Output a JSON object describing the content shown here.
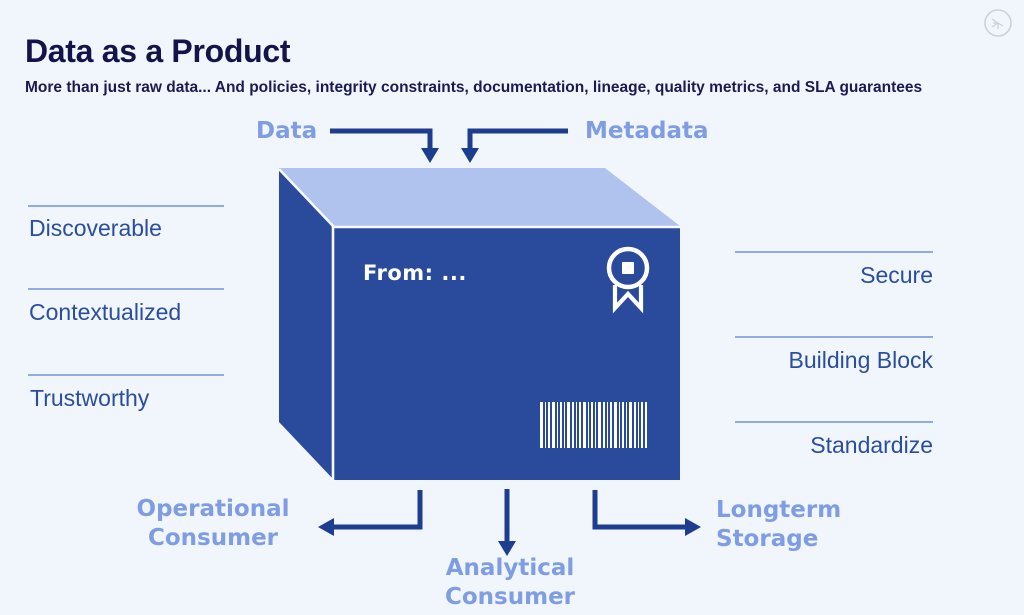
{
  "header": {
    "title": "Data as a Product",
    "subtitle": "More than just raw data... And policies, integrity constraints, documentation, lineage, quality metrics, and SLA guarantees"
  },
  "diagram": {
    "inputs": {
      "data": "Data",
      "metadata": "Metadata"
    },
    "box": {
      "from_label": "From: ...",
      "icons": [
        "award-ribbon-icon",
        "barcode-icon"
      ]
    },
    "left_properties": [
      "Discoverable",
      "Contextualized",
      "Trustworthy"
    ],
    "right_properties": [
      "Secure",
      "Building Block",
      "Standardize"
    ],
    "outputs": {
      "operational": "Operational\nConsumer",
      "analytical": "Analytical\nConsumer",
      "longterm": "Longterm\nStorage"
    }
  },
  "colors": {
    "background": "#f1f5fc",
    "title_navy": "#14144b",
    "box_front_blue": "#2a4b9b",
    "box_top_blue": "#afc3ee",
    "label_light_blue": "#7e9de2",
    "arrow_navy": "#1d3e8e",
    "divider_blue": "#93abe3",
    "side_text_blue": "#2a4e9f",
    "box_text_white": "#ffffff"
  }
}
